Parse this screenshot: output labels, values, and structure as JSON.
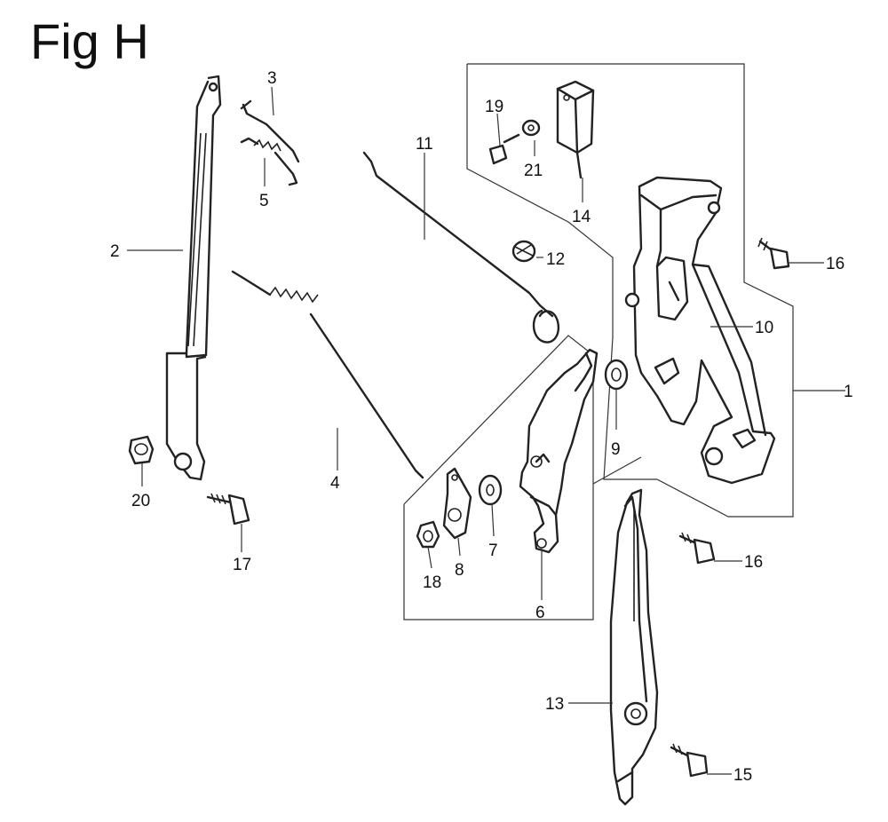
{
  "figure": {
    "title": "Fig H"
  },
  "callouts": {
    "c1": "1",
    "c2": "2",
    "c3": "3",
    "c4": "4",
    "c5": "5",
    "c6": "6",
    "c7": "7",
    "c8": "8",
    "c9": "9",
    "c10": "10",
    "c11": "11",
    "c12": "12",
    "c13": "13",
    "c14": "14",
    "c15": "15",
    "c16a": "16",
    "c16b": "16",
    "c17": "17",
    "c18": "18",
    "c19": "19",
    "c20": "20",
    "c21": "21"
  }
}
